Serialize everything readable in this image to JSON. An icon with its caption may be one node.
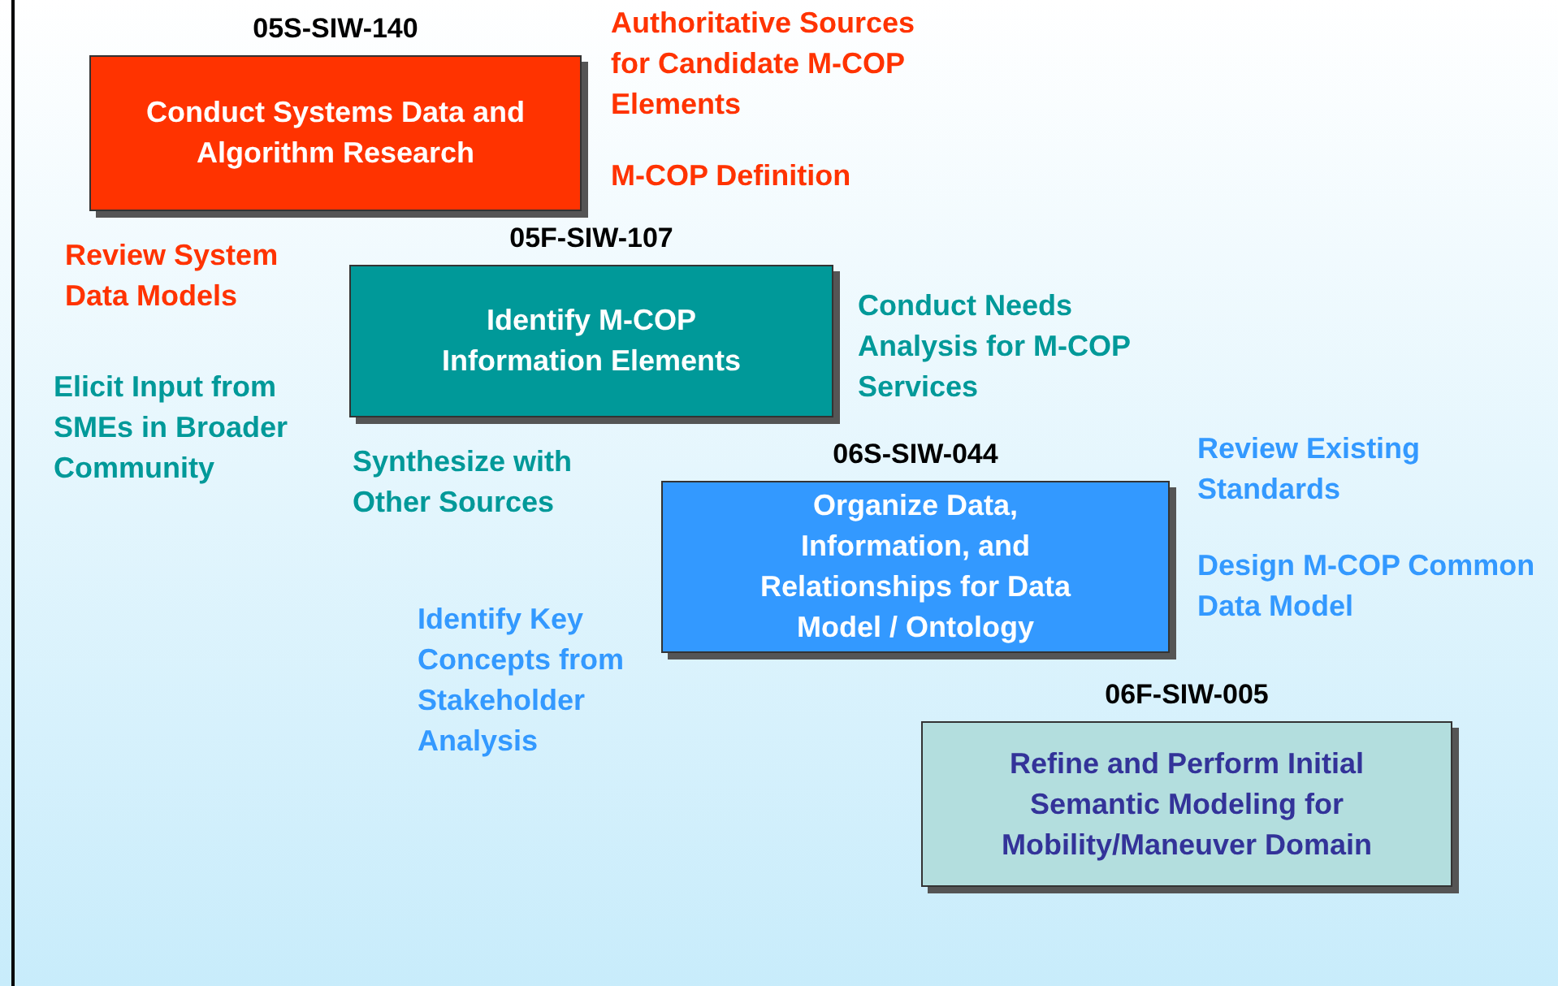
{
  "diagram": {
    "nodes": [
      {
        "text": [
          "05S-SIW-140",
          "Conduct Systems Data and Algorithm Research"
        ]
      },
      {
        "text": [
          "05F-SIW-107",
          "Identify M-COP Information Elements"
        ]
      },
      {
        "text": [
          "06S-SIW-044",
          "Organize Data, Information, and Relationships for Data Model / Ontology"
        ]
      },
      {
        "text": [
          "06F-SIW-005",
          "Refine and Perform Initial Semantic Modeling for Mobility/Maneuver Domain"
        ]
      }
    ],
    "labels": [
      "Authoritative Sources for Candidate M-COP Elements",
      "M-COP Definition",
      "Review System Data Models",
      "Conduct Needs Analysis for M-COP Services",
      "Elicit Input from SMEs in Broader Community",
      "Synthesize with Other Sources",
      "Review Existing Standards",
      "Design M-COP Common Data Model",
      "Identify Key Concepts from Stakeholder Analysis"
    ]
  }
}
